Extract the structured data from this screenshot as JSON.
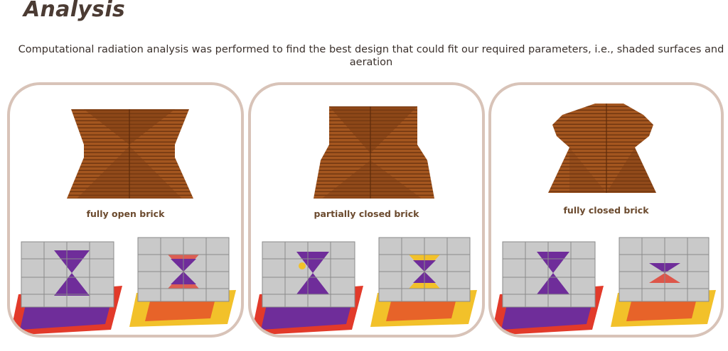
{
  "page": {
    "title": "Analysis",
    "intro": "Computational radiation analysis was performed to find the best design that could fit our required parameters, i.e., shaded surfaces and aeration"
  },
  "cards": [
    {
      "caption": "fully open brick"
    },
    {
      "caption": "partially closed brick"
    },
    {
      "caption": "fully closed brick"
    }
  ],
  "colors": {
    "brick": "#a4561f",
    "brick_dark": "#6f3510",
    "card_border": "#d8c3b8",
    "caption": "#6b4a2e",
    "model_gray": "#c9c9c9",
    "heat_purple": "#6f2d9a",
    "heat_red": "#e23a2a",
    "heat_yellow": "#f2c12a"
  }
}
